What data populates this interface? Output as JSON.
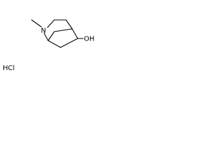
{
  "molecule": {
    "atoms": {
      "nitrogen": "N",
      "hydroxyl": "OH"
    },
    "counterion": "HCl"
  }
}
